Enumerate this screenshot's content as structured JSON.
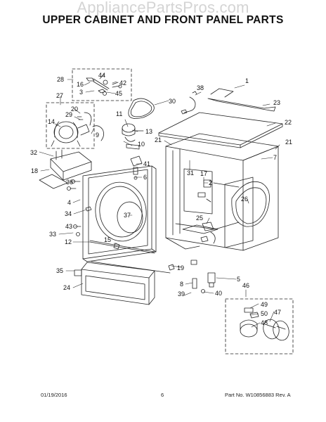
{
  "watermark": "AppliancePartsPros.com",
  "title": "UPPER CABINET AND FRONT PANEL PARTS",
  "callouts": [
    "1",
    "2",
    "3",
    "4",
    "5",
    "6",
    "7",
    "8",
    "9",
    "10",
    "11",
    "12",
    "13",
    "14",
    "15",
    "16",
    "17",
    "18",
    "19",
    "20",
    "21",
    "21",
    "22",
    "23",
    "24",
    "25",
    "26",
    "27",
    "28",
    "29",
    "30",
    "31",
    "32",
    "33",
    "34",
    "35",
    "36",
    "37",
    "38",
    "39",
    "40",
    "41",
    "42",
    "43",
    "44",
    "45",
    "46",
    "47",
    "48",
    "49",
    "50"
  ],
  "footer": {
    "date": "01/19/2016",
    "page": "6",
    "part": "Part No. W10856883 Rev. A"
  }
}
